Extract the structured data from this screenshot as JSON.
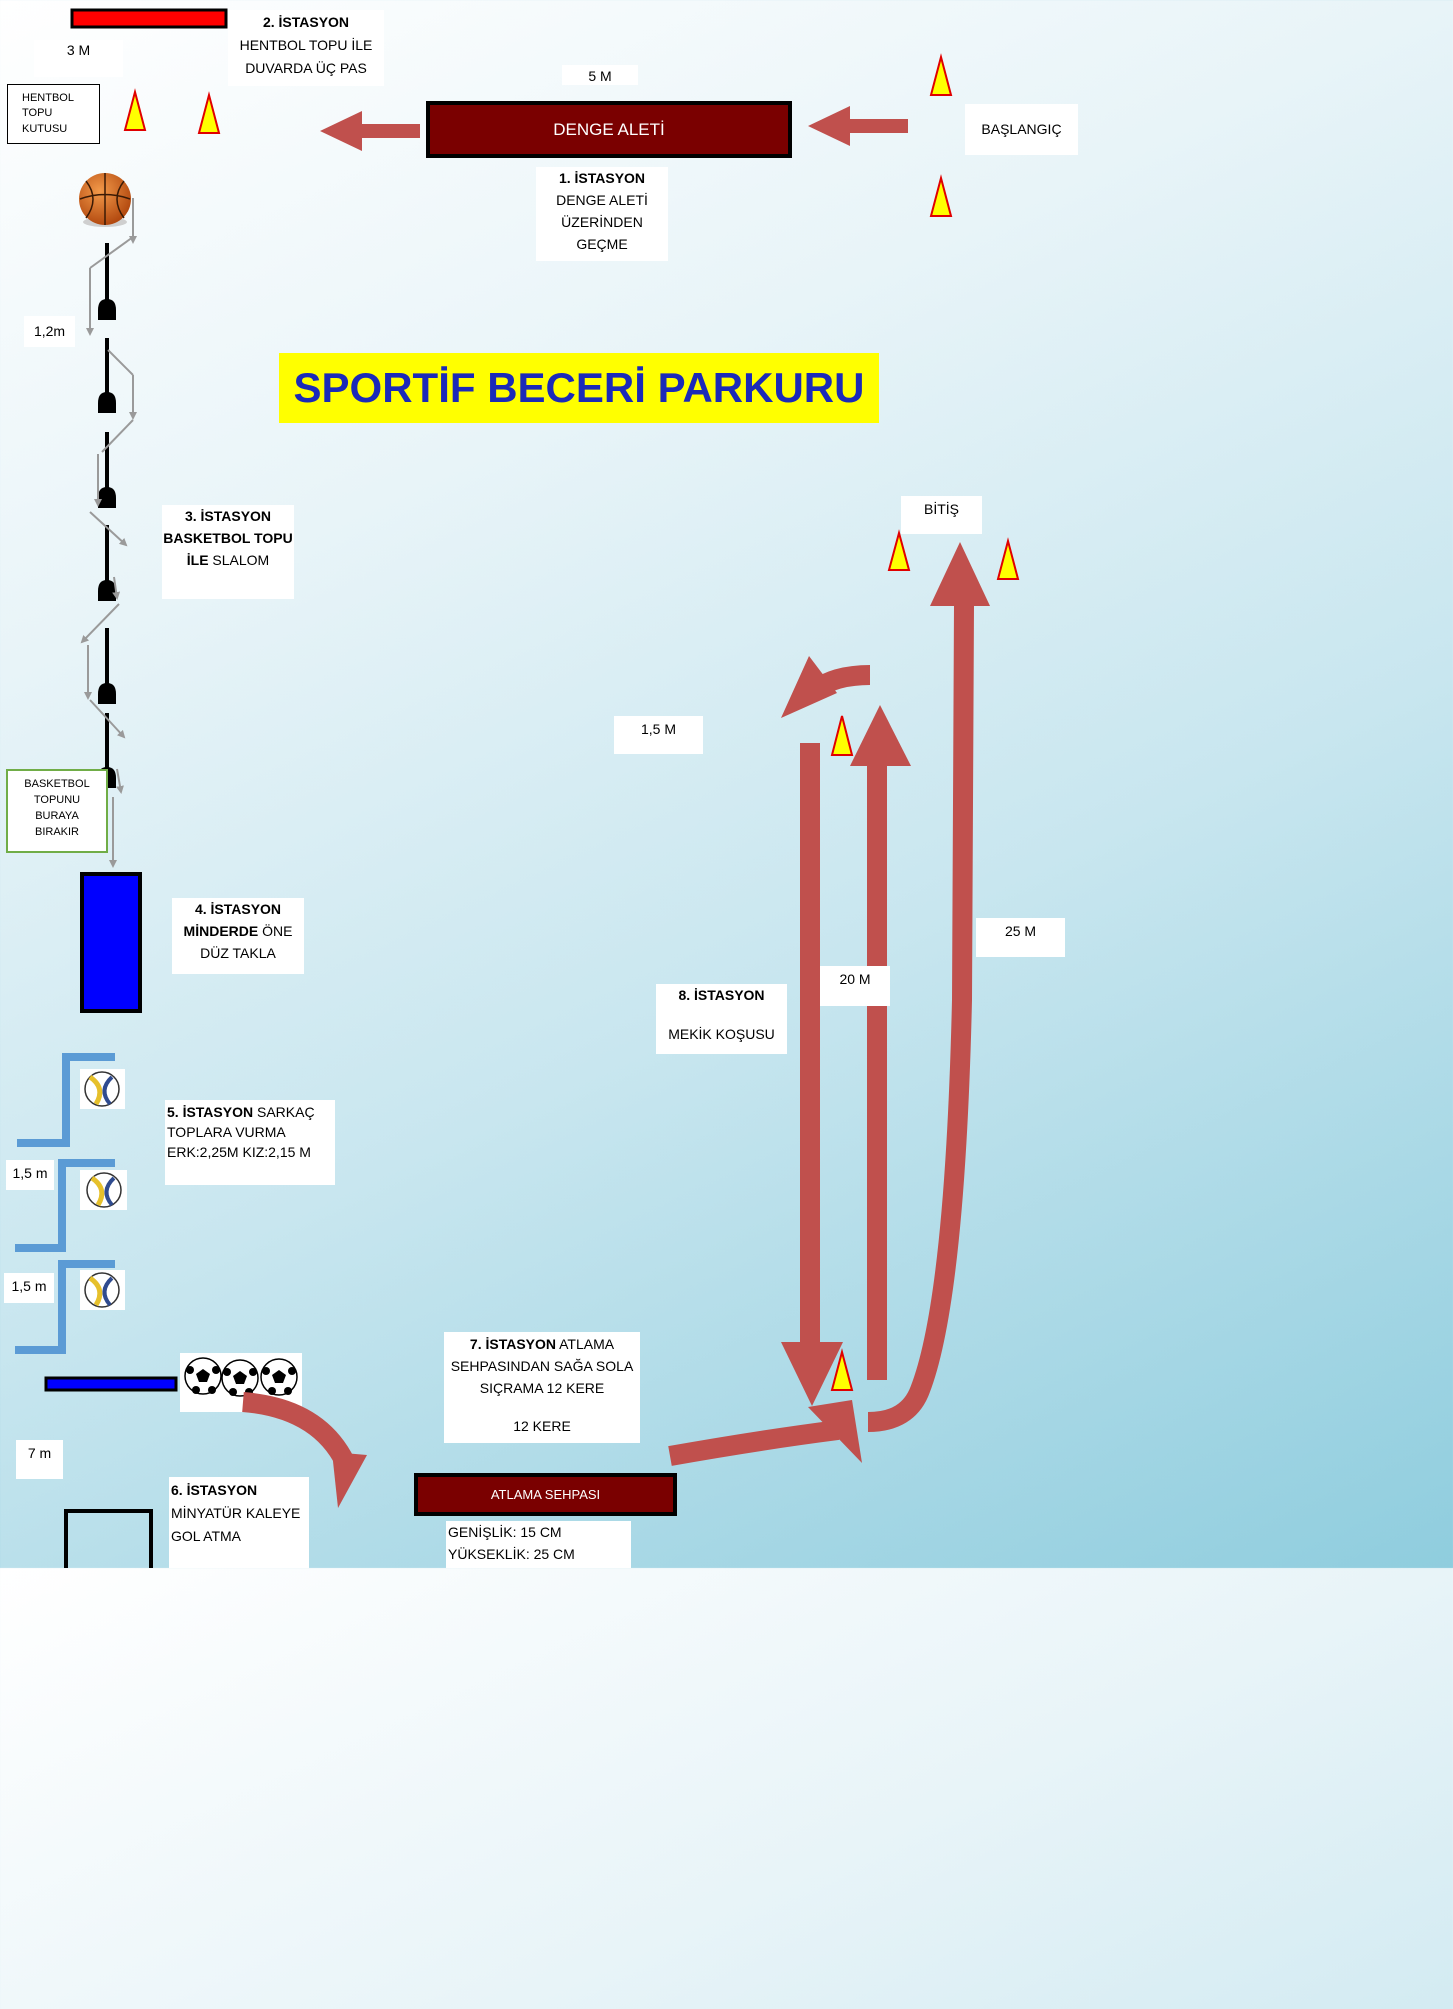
{
  "title": "SPORTİF BECERİ PARKURU",
  "start": "BAŞLANGIÇ",
  "finish": "BİTİŞ",
  "distances": {
    "d3m": "3 M",
    "d5m": "5 M",
    "d12m": "1,2m",
    "d15M": "1,5 M",
    "d20m": "20 M",
    "d25m": "25 M",
    "d15a": "1,5 m",
    "d15b": "1,5 m",
    "d7m": "7 m"
  },
  "boxes": {
    "handball_box": [
      "HENTBOL",
      "TOPU",
      "KUTUSU"
    ],
    "basketball_drop": [
      "BASKETBOL",
      "TOPUNU",
      "BURAYA",
      "BIRAKIR"
    ]
  },
  "equipment": {
    "balance_beam": "DENGE ALETİ",
    "jump_bench": "ATLAMA SEHPASI",
    "jump_width": "GENİŞLİK: 15 CM",
    "jump_height": "YÜKSEKLİK: 25 CM"
  },
  "stations": {
    "s1": {
      "head": "1. İSTASYON",
      "lines": [
        "DENGE ALETİ",
        "ÜZERİNDEN",
        "GEÇME"
      ]
    },
    "s2": {
      "head": "2. İSTASYON",
      "lines": [
        "HENTBOL TOPU İLE",
        "DUVARDA ÜÇ PAS"
      ]
    },
    "s3": {
      "head": "3. İSTASYON",
      "bold2": "BASKETBOL TOPU",
      "bold3": "İLE",
      "rest3": " SLALOM"
    },
    "s4": {
      "head": "4. İSTASYON",
      "bold2": "MİNDERDE",
      "rest2": " ÖNE",
      "line3": "DÜZ TAKLA"
    },
    "s5": {
      "head": "5. İSTASYON",
      "rest1": " SARKAÇ",
      "line2": "TOPLARA VURMA",
      "line3": "ERK:2,25M KIZ:2,15 M"
    },
    "s6": {
      "head": "6. İSTASYON",
      "line2": "MİNYATÜR KALEYE",
      "line3": "GOL ATMA"
    },
    "s7": {
      "head": "7.  İSTASYON",
      "rest1": " ATLAMA",
      "line2": "SEHPASINDAN SAĞA SOLA",
      "line3": "SIÇRAMA   12 KERE",
      "line4": "12 KERE"
    },
    "s8": {
      "head": "8. İSTASYON",
      "line2": "MEKİK KOŞUSU"
    }
  },
  "colors": {
    "arrow": "#c0504d",
    "bar": "#7a0000",
    "title_bg": "#ffff00",
    "title_text": "#1b2ab8",
    "mat": "#0000ff",
    "pendulum": "#5b9bd5"
  }
}
